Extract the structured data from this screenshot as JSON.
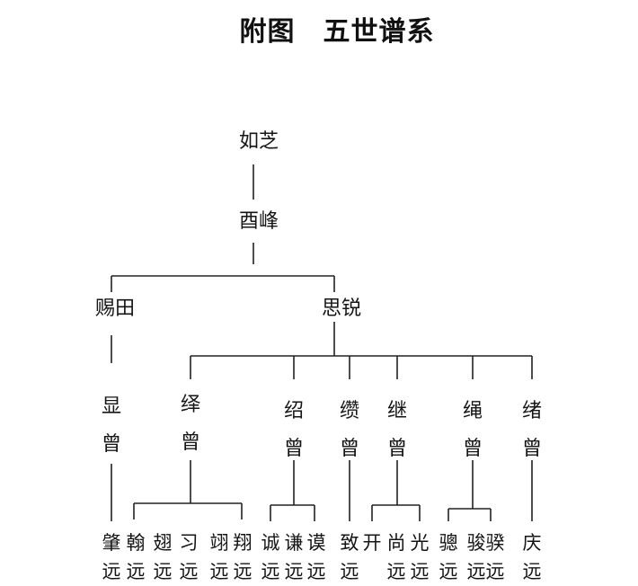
{
  "title": "附图　五世谱系",
  "people": {
    "ruzhi": "如芝",
    "youfeng": "酉峰",
    "citian": "赐田",
    "sirui": "思锐",
    "xianzeng": "显曾",
    "yizeng": "绎曾",
    "shaozeng": "绍曾",
    "zuanzeng": "缵曾",
    "jizeng": "继曾",
    "shengzeng": "绳曾",
    "xuzeng": "绪曾",
    "zhaoyuan": "肇远",
    "hanyuan": "翰远",
    "chiyuan": "翅远",
    "xiyuan": "习远",
    "yiyuan": "翊远",
    "xiangyuan": "翔远",
    "chengyuan": "诚远",
    "qianyuan": "谦远",
    "moyuan": "谟远",
    "zhiyuan": "致远",
    "kaiyuan": "开",
    "shangyuan": "尚远",
    "guangyuan": "光远",
    "congyuan": "骢远",
    "junyuan": "骏远",
    "kuiyuan": "骙远",
    "qingyuan": "庆远"
  }
}
